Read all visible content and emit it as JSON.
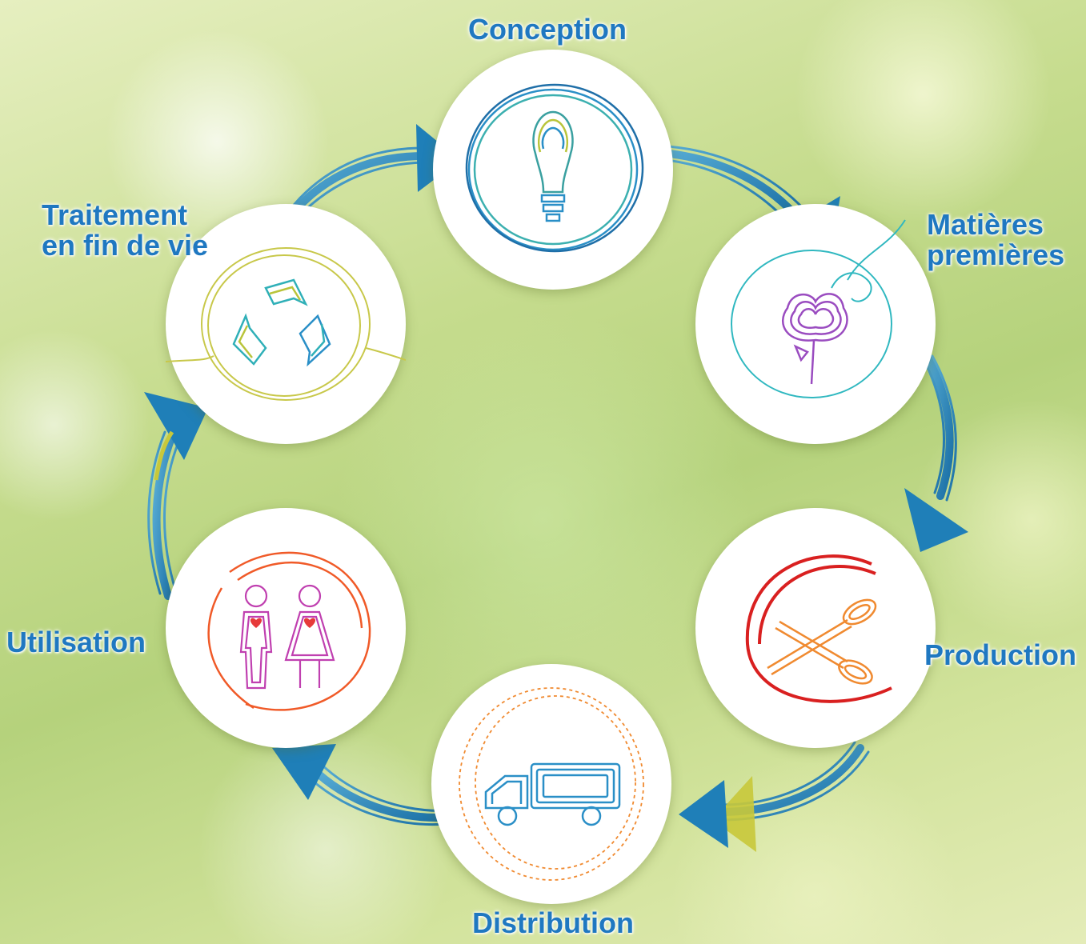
{
  "diagram": {
    "stages": [
      {
        "id": "conception",
        "lines": [
          "Conception"
        ],
        "icon": "lightbulb-icon"
      },
      {
        "id": "matieres",
        "lines": [
          "Matières",
          "premières"
        ],
        "icon": "cotton-flower-icon"
      },
      {
        "id": "production",
        "lines": [
          "Production"
        ],
        "icon": "scissors-icon"
      },
      {
        "id": "distribution",
        "lines": [
          "Distribution"
        ],
        "icon": "truck-icon"
      },
      {
        "id": "utilisation",
        "lines": [
          "Utilisation"
        ],
        "icon": "people-icon"
      },
      {
        "id": "traitement",
        "lines": [
          "Traitement",
          "en fin de vie"
        ],
        "icon": "recycle-icon"
      }
    ],
    "colors": {
      "label": "#1f78c1",
      "arrow": "#2a8fc7",
      "arrow_dark": "#1a6fa5",
      "arrow_accent": "#c8c83a"
    }
  }
}
